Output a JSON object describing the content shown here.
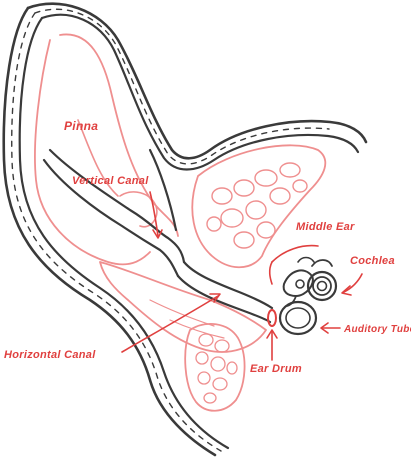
{
  "diagram": {
    "labels": {
      "pinna": "Pinna",
      "vertical_canal": "Vertical Canal",
      "middle_ear": "Middle Ear",
      "cochlea": "Cochlea",
      "auditory_tube": "Auditory Tube",
      "horizontal_canal": "Horizontal Canal",
      "ear_drum": "Ear Drum"
    },
    "colors": {
      "outline": "#3a3a3a",
      "tissue": "#ef8f8f",
      "tissue_fill": "#f6d5d5",
      "label": "#e0403f"
    }
  }
}
